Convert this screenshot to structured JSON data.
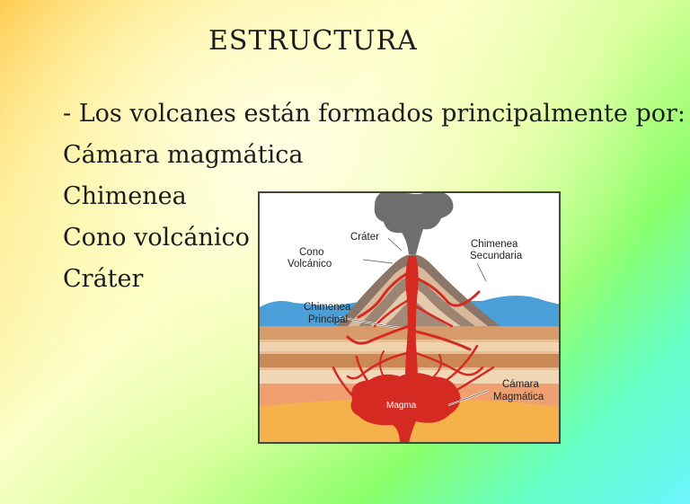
{
  "slide": {
    "title": "ESTRUCTURA",
    "intro": "- Los volcanes están formados principalmente por:",
    "items": [
      "Cámara magmática",
      "Chimenea",
      "Cono volcánico",
      "Cráter"
    ]
  },
  "diagram": {
    "labels": {
      "crater": "Cráter",
      "cono_1": "Cono",
      "cono_2": "Volcánico",
      "chimenea_sec_1": "Chimenea",
      "chimenea_sec_2": "Secundaria",
      "chimenea_pri_1": "Chimenea",
      "chimenea_pri_2": "Principal",
      "camara_1": "Cámara",
      "camara_2": "Magmática",
      "magma": "Magma"
    },
    "colors": {
      "magma": "#d42a22",
      "smoke": "#6e6e6e",
      "sky": "#ffffff",
      "water": "#4a9fd8",
      "ground": "#e2b488"
    }
  }
}
